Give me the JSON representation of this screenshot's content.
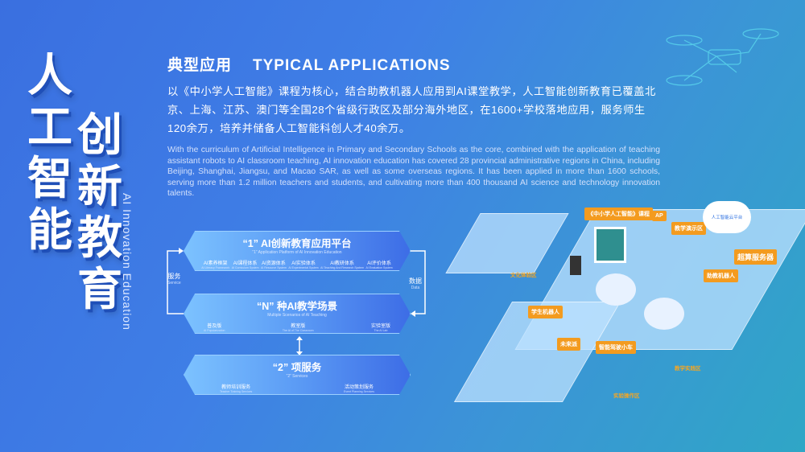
{
  "hero": {
    "chars": [
      "人",
      "工",
      "智",
      "能",
      "创",
      "新",
      "教",
      "育"
    ],
    "vertical_en": "AI Innovation Education"
  },
  "header": {
    "title_zh": "典型应用",
    "title_en": "TYPICAL APPLICATIONS"
  },
  "intro_zh": "以《中小学人工智能》课程为核心，结合助教机器人应用到AI课堂教学，人工智能创新教育已覆盖北京、上海、江苏、澳门等全国28个省级行政区及部分海外地区，在1600+学校落地应用，服务师生120余万，培养并储备人工智能科创人才40余万。",
  "intro_en": "With the curriculum of Artificial Intelligence in Primary and Secondary Schools as the core, combined with the application of teaching assistant robots to AI classroom teaching, AI innovation education has covered 28 provincial administrative regions in China, including Beijing, Shanghai, Jiangsu, and Macao SAR, as well as some overseas regions. It has been applied in more than 1600 schools, serving more than 1.2 million teachers and students, and cultivating more than 400 thousand AI science and technology innovation talents.",
  "diagram": {
    "platform": {
      "title": "“1” AI创新教育应用平台",
      "subtitle": "“1” Application Platform of AI Innovation Education",
      "items": [
        {
          "zh": "AI素养框架",
          "en": "AI Literacy Framework"
        },
        {
          "zh": "AI课程体系",
          "en": "AI Curriculum System"
        },
        {
          "zh": "AI资源体系",
          "en": "AI Resource System"
        },
        {
          "zh": "AI实验体系",
          "en": "AI Experimental System"
        },
        {
          "zh": "AI教研体系",
          "en": "AI Teaching And Research System"
        },
        {
          "zh": "AI评价体系",
          "en": "AI Evaluation System"
        }
      ]
    },
    "scenarios": {
      "title": "“N” 种AI教学场景",
      "subtitle": "Multiple Scenarios of AI Teaching",
      "items": [
        {
          "zh": "普及版",
          "en": "AI Popularization"
        },
        {
          "zh": "教室版",
          "en": "The AI of The Classroom"
        },
        {
          "zh": "实验室版",
          "en": "The AI Lab"
        }
      ]
    },
    "services": {
      "title": "“2” 项服务",
      "subtitle": "“2” Services",
      "items": [
        {
          "zh": "教师培训服务",
          "en": "Teacher Training Services"
        },
        {
          "zh": "活动策划服务",
          "en": "Event Planning Services"
        }
      ]
    },
    "left": {
      "zh": "服务",
      "en": "Service"
    },
    "right": {
      "zh": "数据",
      "en": "Data"
    }
  },
  "illustration": {
    "labels": [
      "《中小学人工智能》课程",
      "AP",
      "教学演示区",
      "人工智能云平台",
      "超算服务器",
      "助教机器人",
      "学生机器人",
      "未来派",
      "智能驾驶小车"
    ],
    "zones": [
      "文化体验区",
      "教学实践区",
      "实验操作区"
    ]
  }
}
